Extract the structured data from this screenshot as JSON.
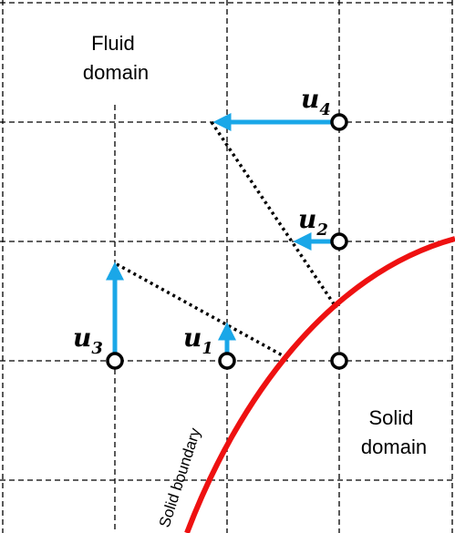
{
  "labels": {
    "fluid_line1": "Fluid",
    "fluid_line2": "domain",
    "solid_line1": "Solid",
    "solid_line2": "domain",
    "boundary": "Solid boundary"
  },
  "velocities": [
    {
      "symbol": "u",
      "subscript": "1"
    },
    {
      "symbol": "u",
      "subscript": "2"
    },
    {
      "symbol": "u",
      "subscript": "3"
    },
    {
      "symbol": "u",
      "subscript": "4"
    }
  ],
  "colors": {
    "arrow": "#1aa7e8",
    "boundary": "#ee1111",
    "grid": "#000000",
    "node_fill": "#ffffff"
  }
}
